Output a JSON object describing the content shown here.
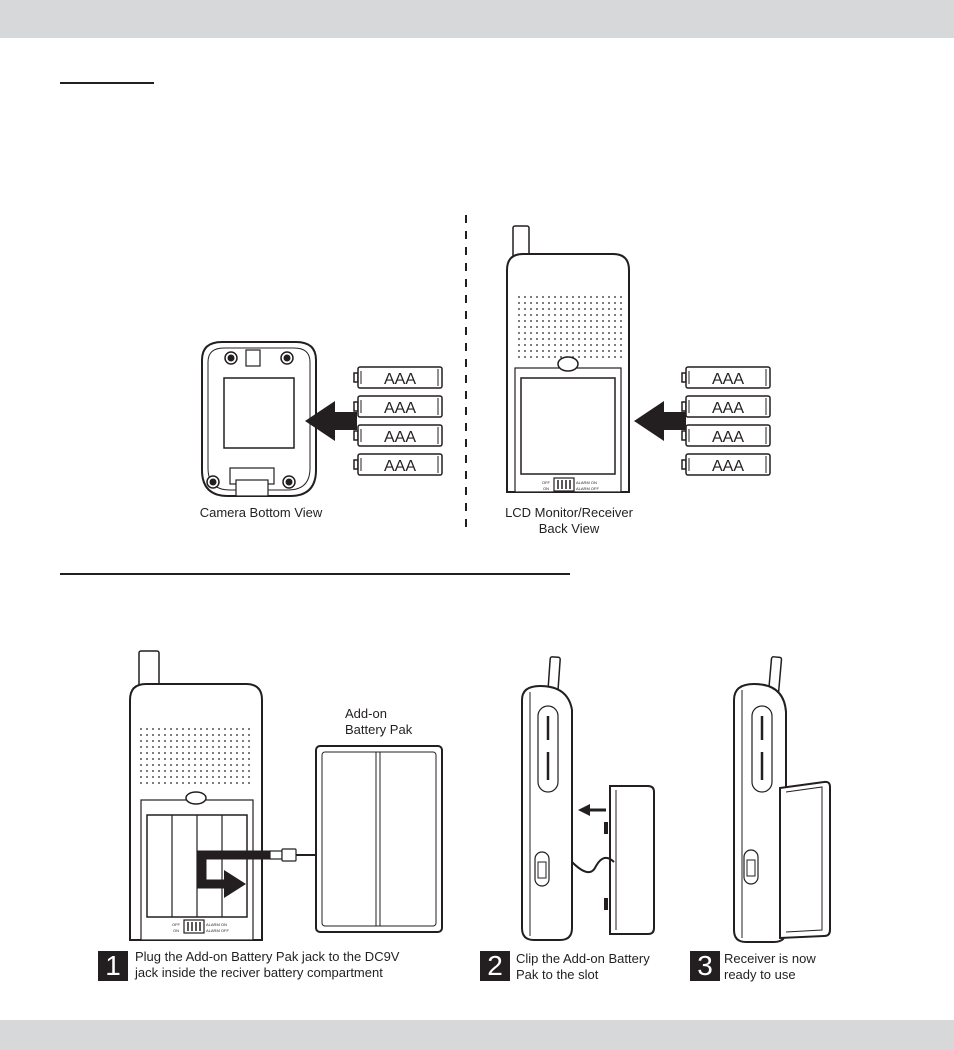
{
  "battery_label": "AAA",
  "section1": {
    "camera_caption": "Camera Bottom View",
    "monitor_caption_line1": "LCD Monitor/Receiver",
    "monitor_caption_line2": "Back View"
  },
  "section2": {
    "pak_label_line1": "Add-on",
    "pak_label_line2": "Battery Pak",
    "steps": [
      {
        "number": "1",
        "line1": "Plug the Add-on Battery Pak jack to the DC9V",
        "line2": "jack inside the reciver battery compartment"
      },
      {
        "number": "2",
        "line1": "Clip the Add-on Battery",
        "line2": "Pak to the slot"
      },
      {
        "number": "3",
        "line1": "Receiver is now",
        "line2": "ready to use"
      }
    ]
  },
  "switch_labels": {
    "off": "OFF",
    "on": "ON",
    "alarm_on": "ALARM ON",
    "alarm_off": "ALARM OFF"
  },
  "colors": {
    "ink": "#231f20",
    "band": "#d7d8da",
    "paper": "#ffffff"
  }
}
